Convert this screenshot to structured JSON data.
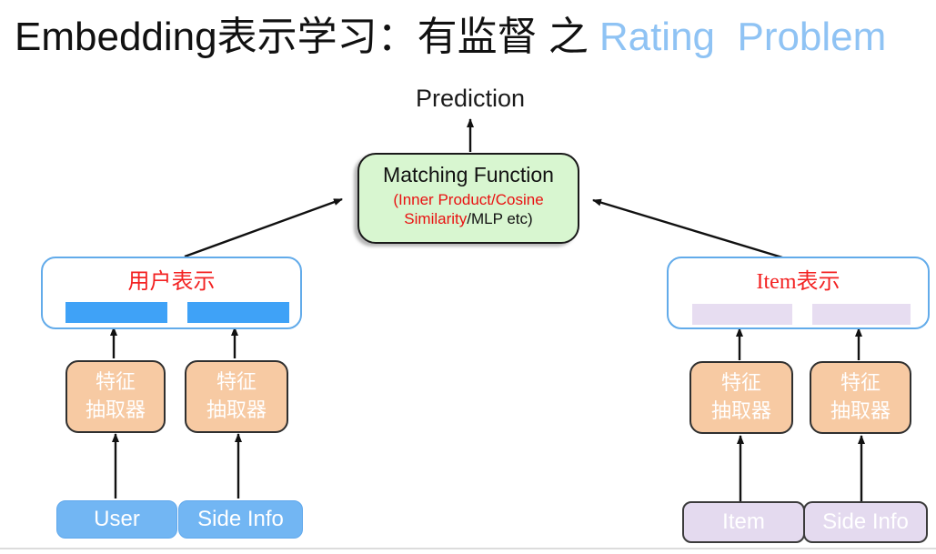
{
  "title": {
    "main": "Embedding表示学习：有监督 之",
    "highlight": "Rating  Problem"
  },
  "prediction_label": "Prediction",
  "matching_function": {
    "name": "Matching Function",
    "methods_red": "(Inner Product/Cosine Similarity",
    "methods_black": "/MLP etc)"
  },
  "user_branch": {
    "representation_label": "用户表示",
    "embedding_bar_count": 2,
    "extractors": [
      {
        "line1": "特征",
        "line2": "抽取器"
      },
      {
        "line1": "特征",
        "line2": "抽取器"
      }
    ],
    "inputs": {
      "left": "User",
      "right": "Side Info"
    }
  },
  "item_branch": {
    "representation_label": "Item表示",
    "embedding_bar_count": 2,
    "extractors": [
      {
        "line1": "特征",
        "line2": "抽取器"
      },
      {
        "line1": "特征",
        "line2": "抽取器"
      }
    ],
    "inputs": {
      "left": "Item",
      "right": "Side Info"
    }
  },
  "colors": {
    "title_highlight": "#8fc3f4",
    "matching_box_fill": "#d8f6d0",
    "matching_methods_red": "#e91111",
    "representation_border": "#62abea",
    "representation_label_red": "#f32222",
    "user_embedding_bar": "#3fa2f7",
    "item_embedding_bar": "#e7ddf1",
    "extractor_fill": "#f7caa3",
    "user_input_fill": "#72b6f3",
    "item_input_fill": "#e4daef"
  }
}
